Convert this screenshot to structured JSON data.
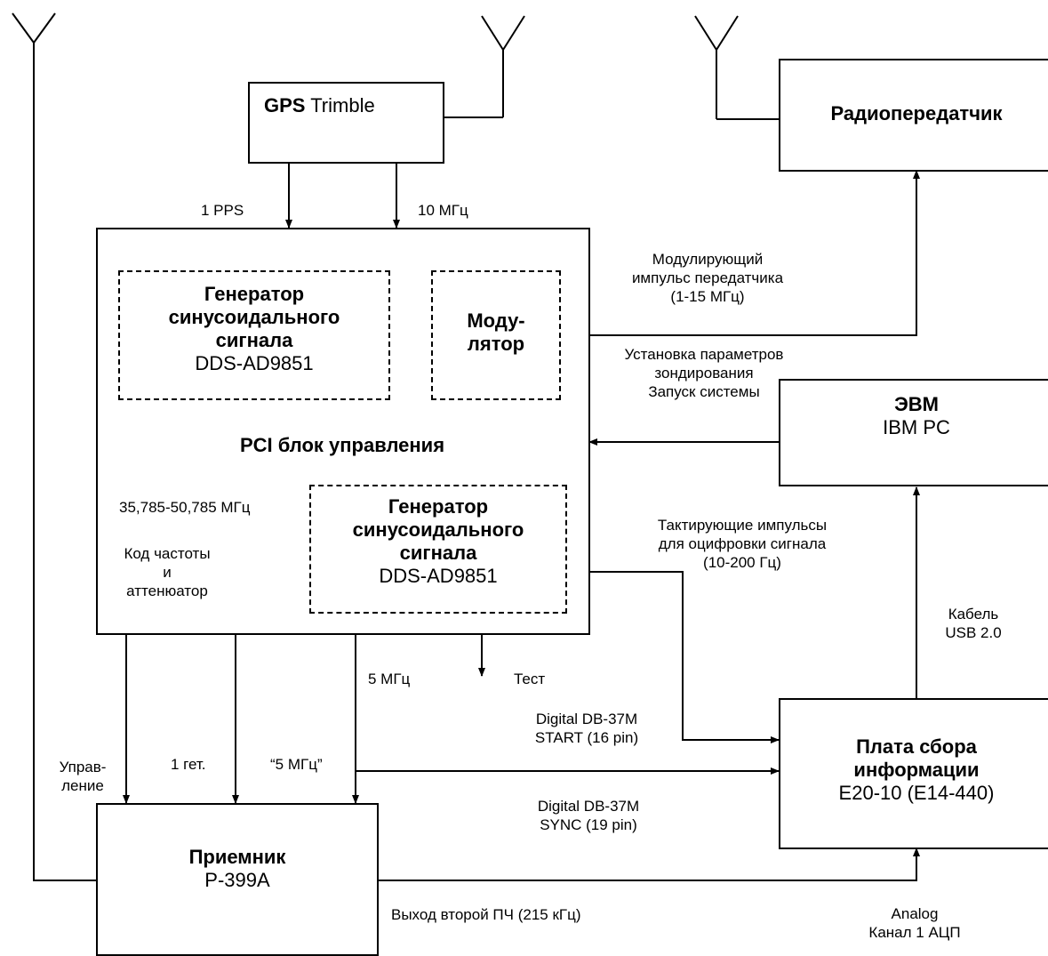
{
  "gps": {
    "bold": "GPS",
    "rest": "Trimble"
  },
  "transmitter": {
    "title": "Радиопередатчик"
  },
  "control_block": {
    "title": "PCI блок управления"
  },
  "generator_top": {
    "line1": "Генератор",
    "line2": "синусоидального",
    "line3": "сигнала",
    "model": "DDS-AD9851"
  },
  "modulator": {
    "line1": "Моду-",
    "line2": "лятор"
  },
  "generator_bottom": {
    "line1": "Генератор",
    "line2": "синусоидального",
    "line3": "сигнала",
    "model": "DDS-AD9851"
  },
  "computer": {
    "title": "ЭВМ",
    "model": "IBM PC"
  },
  "daq_board": {
    "line1": "Плата сбора",
    "line2": "информации",
    "model": "E20-10 (E14-440)"
  },
  "receiver": {
    "title": "Приемник",
    "model": "P-399A"
  },
  "labels": {
    "pps": "1 PPS",
    "ten_mhz": "10 МГц",
    "mod_pulse_1": "Модулирующий",
    "mod_pulse_2": "импульс передатчика",
    "mod_pulse_3": "(1-15 МГц)",
    "setup_1": "Установка параметров",
    "setup_2": "зондирования",
    "setup_3": "Запуск системы",
    "freq_range": "35,785-50,785 МГц",
    "code_1": "Код частоты",
    "code_2": "и",
    "code_3": "аттенюатор",
    "clock_1": "Тактирующие импульсы",
    "clock_2": "для оцифровки сигнала",
    "clock_3": "(10-200 Гц)",
    "cable_1": "Кабель",
    "cable_2": "USB 2.0",
    "five_mhz": "5 МГц",
    "test": "Тест",
    "db37_start_1": "Digital DB-37M",
    "db37_start_2": "START (16 pin)",
    "control_1": "Управ-",
    "control_2": "ление",
    "het": "1 гет.",
    "five_mhz_q": "“5 МГц”",
    "db37_sync_1": "Digital DB-37M",
    "db37_sync_2": "SYNC (19 pin)",
    "if_out": "Выход второй ПЧ (215 кГц)",
    "analog_1": "Analog",
    "analog_2": "Канал 1 АЦП"
  }
}
